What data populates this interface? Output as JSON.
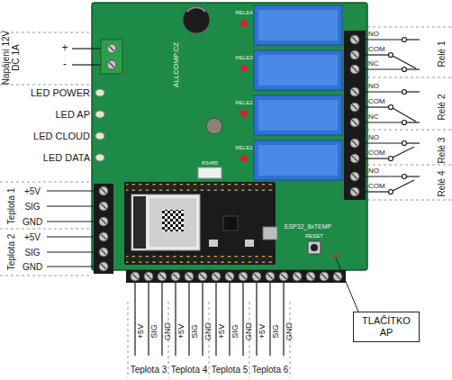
{
  "diagram": {
    "nodes": [
      {
        "text": [
          "TLAČÍTKO AP"
        ]
      }
    ],
    "labels": [
      "Napájení 12V DC 1A",
      "+",
      "-",
      "LED POWER",
      "LED AP",
      "LED CLOUD",
      "LED DATA",
      "Teplota 1",
      "+5V",
      "SIG",
      "GND",
      "Teplota 2",
      "+5V",
      "SIG",
      "GND",
      "+5V",
      "SIG",
      "GND",
      "Teplota 3",
      "+5V",
      "SIG",
      "GND",
      "Teplota 4",
      "+5V",
      "SIG",
      "GND",
      "Teplota 5",
      "+5V",
      "SIG",
      "GND",
      "Teplota 6",
      "NO",
      "COM",
      "NC",
      "Relé 1",
      "NO",
      "COM",
      "NC",
      "Relé 2",
      "NO",
      "COM",
      "Relé 3",
      "NO",
      "COM",
      "Relé 4",
      "ALLCOMP.CZ",
      "ESP32_8xTEMP",
      "RESET",
      "RS485",
      "RELE4",
      "RELE3",
      "RELE2",
      "RELE1"
    ]
  }
}
